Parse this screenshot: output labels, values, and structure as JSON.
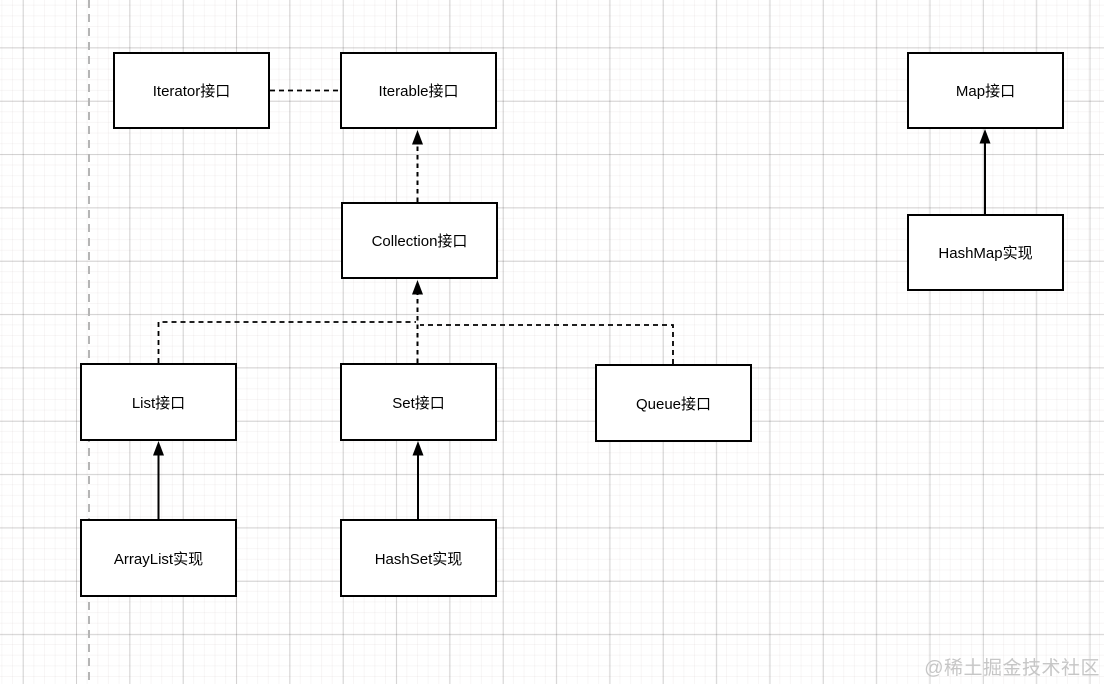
{
  "diagram": {
    "nodes": [
      {
        "id": "iterator",
        "label": "Iterator接口"
      },
      {
        "id": "iterable",
        "label": "Iterable接口"
      },
      {
        "id": "map",
        "label": "Map接口"
      },
      {
        "id": "collection",
        "label": "Collection接口"
      },
      {
        "id": "hashmap",
        "label": "HashMap实现"
      },
      {
        "id": "list",
        "label": "List接口"
      },
      {
        "id": "set",
        "label": "Set接口"
      },
      {
        "id": "queue",
        "label": "Queue接口"
      },
      {
        "id": "arraylist",
        "label": "ArrayList实现"
      },
      {
        "id": "hashset",
        "label": "HashSet实现"
      }
    ],
    "edges": [
      {
        "from": "Iterator接口",
        "to": "Iterable接口",
        "line": "dashed",
        "arrow": "none"
      },
      {
        "from": "Collection接口",
        "to": "Iterable接口",
        "line": "dashed",
        "arrow": "triangle"
      },
      {
        "from": "List接口",
        "to": "Collection接口",
        "line": "dashed",
        "arrow": "triangle"
      },
      {
        "from": "Set接口",
        "to": "Collection接口",
        "line": "dashed",
        "arrow": "triangle"
      },
      {
        "from": "Queue接口",
        "to": "Collection接口",
        "line": "dashed",
        "arrow": "triangle"
      },
      {
        "from": "ArrayList实现",
        "to": "List接口",
        "line": "solid",
        "arrow": "triangle"
      },
      {
        "from": "HashSet实现",
        "to": "Set接口",
        "line": "solid",
        "arrow": "triangle"
      },
      {
        "from": "HashMap实现",
        "to": "Map接口",
        "line": "solid",
        "arrow": "triangle"
      }
    ]
  },
  "watermark": {
    "text": "@稀土掘金技术社区"
  },
  "colors": {
    "node_fill": "#ffffff",
    "node_border": "#000000",
    "edge": "#000000",
    "grid_major": "#d6d6d6",
    "grid_minor": "#f4f1f1",
    "page_boundary": "#b5b5b5",
    "watermark": "#c6c6c6"
  }
}
